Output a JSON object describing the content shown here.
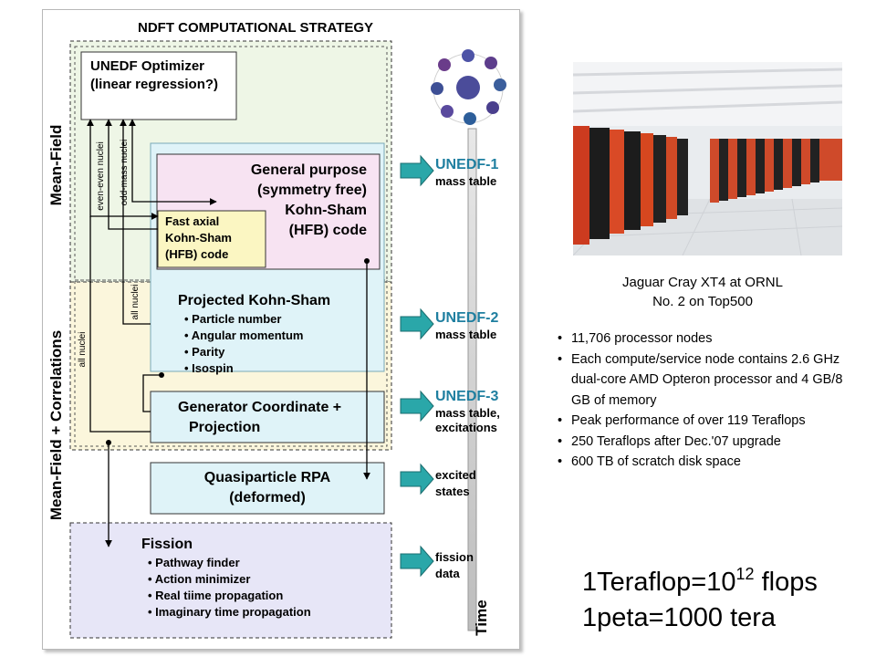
{
  "diagram": {
    "title": "NDFT COMPUTATIONAL STRATEGY",
    "side_labels": {
      "mean_field": "Mean-Field",
      "correlations": "Mean-Field + Correlations"
    },
    "optimizer": {
      "line1": "UNEDF Optimizer",
      "line2": "(linear regression?)"
    },
    "general": {
      "l1": "General purpose",
      "l2": "(symmetry free)",
      "l3": "Kohn-Sham",
      "l4": "(HFB) code"
    },
    "fast_axial": {
      "l1": "Fast axial",
      "l2": "Kohn-Sham",
      "l3": "(HFB) code"
    },
    "projected": {
      "title": "Projected Kohn-Sham",
      "items": [
        "Particle number",
        "Angular momentum",
        "Parity",
        "Isospin"
      ]
    },
    "generator": {
      "l1": "Generator Coordinate +",
      "l2": "Projection"
    },
    "qrpa": {
      "l1": "Quasiparticle RPA",
      "l2": "(deformed)"
    },
    "fission": {
      "title": "Fission",
      "items": [
        "Pathway finder",
        "Action minimizer",
        "Real tiime propagation",
        "Imaginary time propagation"
      ]
    },
    "nuclei_labels": {
      "even_even": "even-even nuclei",
      "odd_mass": "odd-mass nuclei",
      "all_nuclei": "all nuclei"
    },
    "outputs": [
      {
        "title": "UNEDF-1",
        "sub": [
          "mass table"
        ]
      },
      {
        "title": "UNEDF-2",
        "sub": [
          "mass table"
        ]
      },
      {
        "title": "UNEDF-3",
        "sub": [
          "mass table,",
          "excitations"
        ]
      },
      {
        "title": "",
        "sub": [
          "excited",
          "states"
        ]
      },
      {
        "title": "",
        "sub": [
          "fission",
          "data"
        ]
      }
    ],
    "time_label": "Time",
    "colors": {
      "teal_arrow": "#2aa7a9",
      "green_region": "#eef6e6",
      "yellow_region": "#fbf6dc",
      "fission_fill": "#e7e6f7",
      "cyan_box": "#dff3f8",
      "pink_box": "#f7e3f2",
      "yellow_box": "#fbf6c2",
      "accent": "#1f7fa0"
    }
  },
  "photo": {
    "caption_line1": "Jaguar Cray XT4 at ORNL",
    "caption_line2": "No. 2 on Top500"
  },
  "specs": [
    "11,706 processor nodes",
    "Each compute/service node contains 2.6 GHz dual-core  AMD Opteron processor and 4 GB/8 GB of memory",
    "Peak performance of over 119 Teraflops",
    "250 Teraflops after Dec.'07 upgrade",
    "600 TB of scratch disk space"
  ],
  "formula1": {
    "prefix": "1Teraflop=10",
    "exp": "12",
    "suffix": " flops"
  },
  "formula2": "1peta=1000 tera"
}
